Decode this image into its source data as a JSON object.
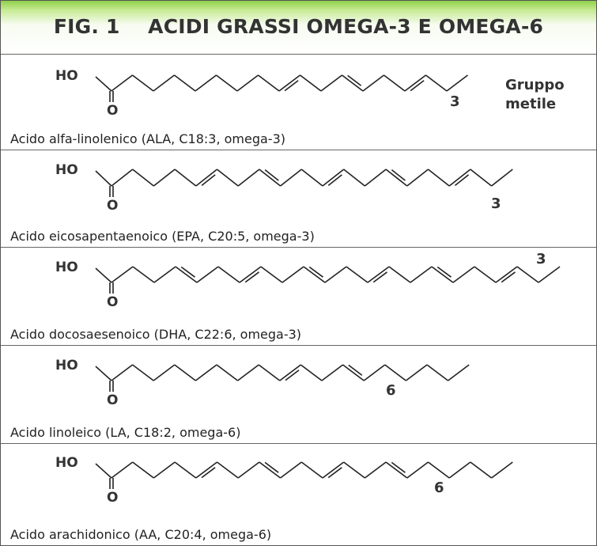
{
  "title": "FIG. 1    ACIDI GRASSI OMEGA-3 E OMEGA-6",
  "atoms": {
    "hydroxyl": "HO",
    "carbonyl": "O"
  },
  "methyl_label": [
    "Gruppo",
    "metile"
  ],
  "molecules": [
    {
      "name": "Acido alfa-linolenico (ALA, C18:3, omega-3)",
      "carbons": 18,
      "double_bonds": [
        9,
        12,
        15
      ],
      "omega_label": "3",
      "omega_label_pos": "below"
    },
    {
      "name": "Acido eicosapentaenoico (EPA, C20:5, omega-3)",
      "carbons": 20,
      "double_bonds": [
        5,
        8,
        11,
        14,
        17
      ],
      "omega_label": "3",
      "omega_label_pos": "below"
    },
    {
      "name": "Acido docosaesenoico (DHA, C22:6, omega-3)",
      "carbons": 22,
      "double_bonds": [
        4,
        7,
        10,
        13,
        16,
        19
      ],
      "omega_label": "3",
      "omega_label_pos": "above"
    },
    {
      "name": "Acido linoleico (LA, C18:2, omega-6)",
      "carbons": 18,
      "double_bonds": [
        9,
        12
      ],
      "omega_label": "6",
      "omega_label_pos": "below"
    },
    {
      "name": "Acido arachidonico (AA, C20:4, omega-6)",
      "carbons": 20,
      "double_bonds": [
        5,
        8,
        11,
        14
      ],
      "omega_label": "6",
      "omega_label_pos": "below"
    }
  ]
}
